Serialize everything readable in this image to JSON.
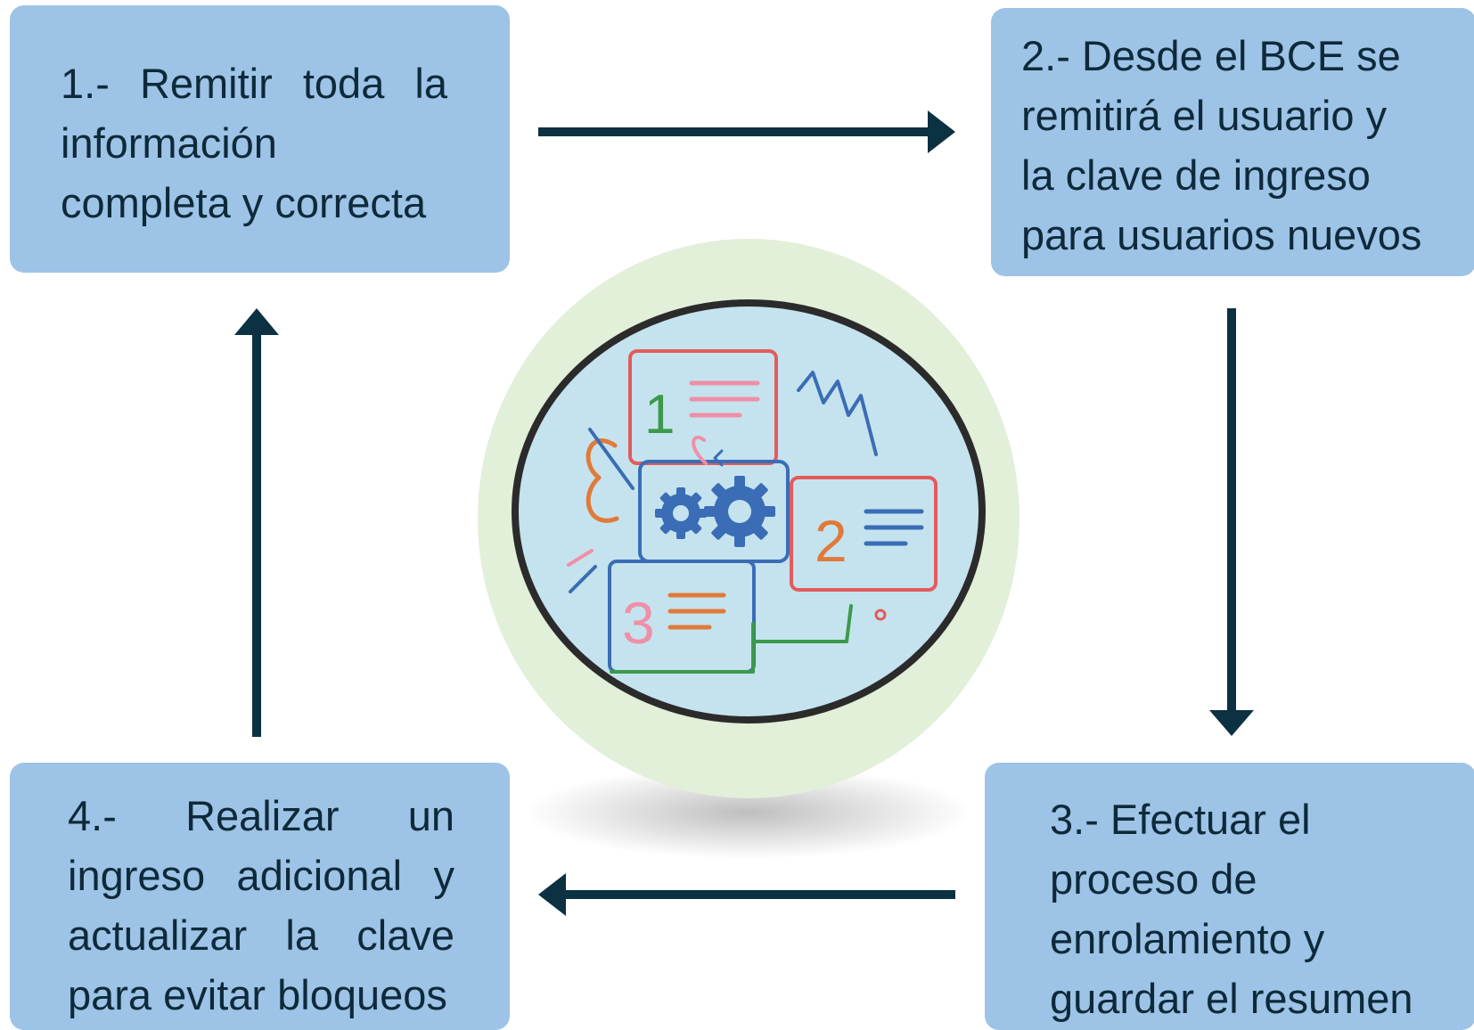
{
  "steps": [
    {
      "lines": [
        "1.- Remitir toda la información completa y correcta"
      ]
    },
    {
      "lines": [
        "2.- Desde el BCE se",
        "remitirá el usuario y",
        "la clave de ingreso",
        "para usuarios nuevos"
      ]
    },
    {
      "lines": [
        "3.- Efectuar el",
        "proceso de",
        "enrolamiento y",
        "guardar el resumen"
      ]
    },
    {
      "lines": [
        "4.- Realizar un ingreso adicional y actualizar la clave para evitar bloqueos"
      ]
    }
  ],
  "center_icon": {
    "card_numbers": [
      "1",
      "2",
      "3"
    ],
    "icon": "process-gears-icon"
  },
  "colors": {
    "box": "#9dc3e6",
    "arrow": "#0b3142",
    "halo": "#e2efd9",
    "lens": "#c5e3ee",
    "rim": "#2b2b2b"
  }
}
